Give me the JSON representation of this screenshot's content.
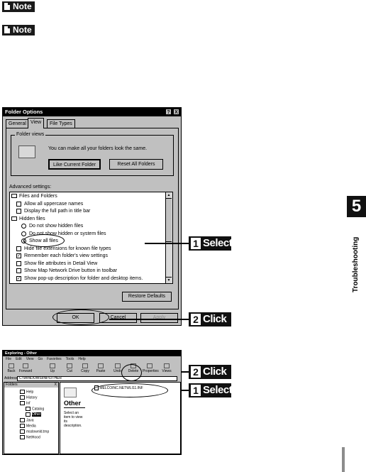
{
  "notes": [
    "Note",
    "Note"
  ],
  "chapter": {
    "number": "5",
    "label": "Troubleshooting"
  },
  "dialog": {
    "title": "Folder Options",
    "help_btn": "?",
    "close_btn": "X",
    "tabs": [
      "General",
      "View",
      "File Types"
    ],
    "folder_views": {
      "legend": "Folder views",
      "text": "You can make all your folders look the same.",
      "like_current": "Like Current Folder",
      "reset_all": "Reset All Folders"
    },
    "advanced_label": "Advanced settings:",
    "items": [
      {
        "type": "folder",
        "label": "Files and Folders"
      },
      {
        "type": "check",
        "label": "Allow all uppercase names",
        "checked": false
      },
      {
        "type": "check",
        "label": "Display the full path in title bar",
        "checked": false
      },
      {
        "type": "folder",
        "label": "Hidden files"
      },
      {
        "type": "radio",
        "label": "Do not show hidden files",
        "checked": false
      },
      {
        "type": "radio",
        "label": "Do not show hidden or system files",
        "checked": false
      },
      {
        "type": "radio",
        "label": "Show all files",
        "checked": true
      },
      {
        "type": "check",
        "label": "Hide file extensions for known file types",
        "checked": false
      },
      {
        "type": "check",
        "label": "Remember each folder's view settings",
        "checked": true
      },
      {
        "type": "check",
        "label": "Show file attributes in Detail View",
        "checked": false
      },
      {
        "type": "check",
        "label": "Show Map Network Drive button in toolbar",
        "checked": false
      },
      {
        "type": "check",
        "label": "Show pop-up description for folder and desktop items.",
        "checked": true
      }
    ],
    "restore_defaults": "Restore Defaults",
    "ok": "OK",
    "cancel": "Cancel",
    "apply": "Apply"
  },
  "callouts": [
    {
      "num": "1",
      "word": "Select"
    },
    {
      "num": "2",
      "word": "Click"
    },
    {
      "num": "2",
      "word": "Click"
    },
    {
      "num": "1",
      "word": "Select"
    }
  ],
  "explorer": {
    "title": "Exploring - Other",
    "menu": [
      "File",
      "Edit",
      "View",
      "Go",
      "Favorites",
      "Tools",
      "Help"
    ],
    "toolbar": [
      "Back",
      "Forward",
      "Up",
      "Cut",
      "Copy",
      "Paste",
      "Undo",
      "Delete",
      "Properties",
      "Views"
    ],
    "address_label": "Address",
    "address": "C:\\WINDOWS\\INF\\OTHER",
    "folders_label": "Folders",
    "folders_close": "X",
    "tree": [
      "Help",
      "History",
      "Inf",
      "Catalog",
      "Other",
      "Java",
      "Media",
      "msdownld.tmp",
      "NetHood"
    ],
    "folder_name": "Other",
    "hint": "Select an item to view its description.",
    "file": "MELCOINC.NETWLI11.INF"
  }
}
